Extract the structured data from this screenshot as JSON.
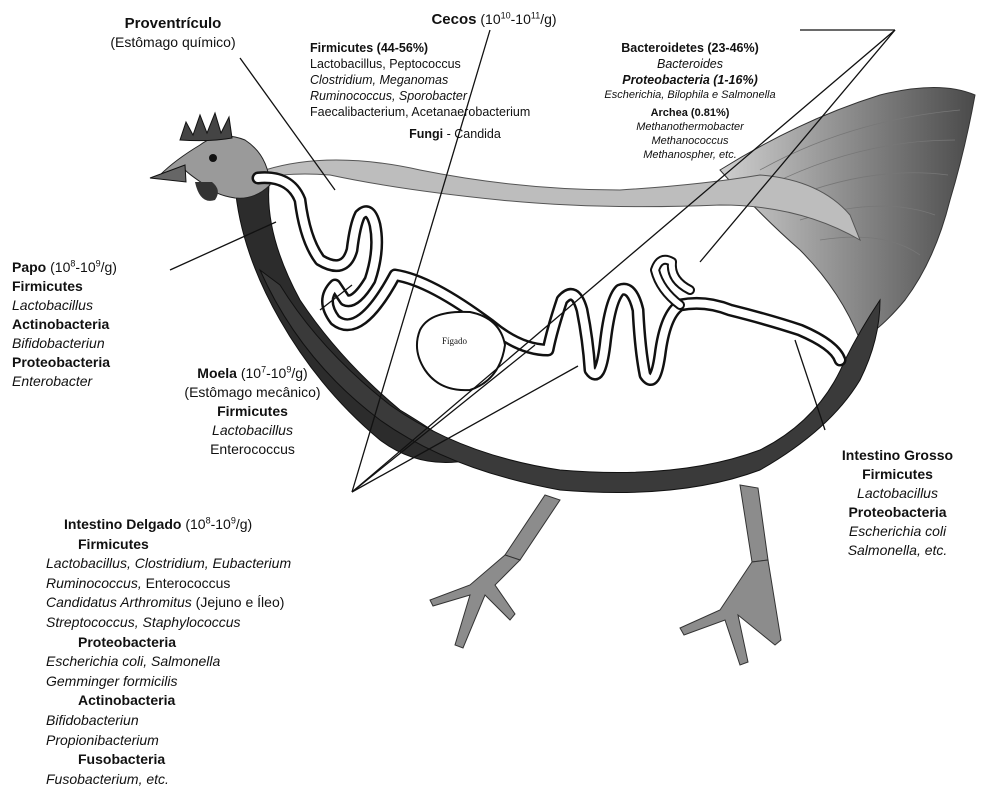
{
  "proventriculo": {
    "title": "Proventrículo",
    "subtitle": "(Estômago químico)"
  },
  "cecos": {
    "title": "Cecos",
    "count_a": "(10",
    "exp_a": "10",
    "count_b": "-10",
    "exp_b": "11",
    "count_c": "/g)",
    "phylum1": "Firmicutes (44-56%)",
    "lines1": [
      {
        "normal": "Lactobacillus, Peptococcus"
      },
      {
        "italic": "Clostridium, Meganomas"
      },
      {
        "italic": "Ruminococcus, Sporobacter"
      },
      {
        "normal": "Faecalibacterium, Acetanaerobacterium"
      }
    ],
    "fungi_b": "Fungi",
    "fungi_n": " - Candida",
    "phylum2": "Bacteroidetes (23-46%)",
    "genus2": "Bacteroides",
    "phylum3": "Proteobacteria (1-16%)",
    "genus3": "Escherichia, Bilophila e Salmonella",
    "phylum4": "Archea (0.81%)",
    "genus4": [
      "Methanothermobacter",
      "Methanococcus",
      "Methanospher, etc."
    ]
  },
  "papo": {
    "title": "Papo",
    "count_a": "(10",
    "exp_a": "8",
    "count_b": "-10",
    "exp_b": "9",
    "count_c": "/g)",
    "items": [
      {
        "bold": "Firmicutes"
      },
      {
        "italic": "Lactobacillus"
      },
      {
        "bold": "Actinobacteria"
      },
      {
        "italic": "Bifidobacteriun"
      },
      {
        "bold": "Proteobacteria"
      },
      {
        "italic": "Enterobacter"
      }
    ]
  },
  "moela": {
    "title": "Moela",
    "count_a": "(10",
    "exp_a": "7",
    "count_b": "-10",
    "exp_b": "9",
    "count_c": "/g)",
    "subtitle": "(Estômago mecânico)",
    "items": [
      {
        "bold": "Firmicutes"
      },
      {
        "italic": "Lactobacillus"
      },
      {
        "normal": "Enterococcus"
      }
    ]
  },
  "figado": {
    "label": "Fígado"
  },
  "intestino_grosso": {
    "title": "Intestino Grosso",
    "items": [
      {
        "bold": "Firmicutes"
      },
      {
        "italic": "Lactobacillus"
      },
      {
        "bold": "Proteobacteria"
      },
      {
        "italic": "Escherichia coli"
      },
      {
        "italic": "Salmonella, etc."
      }
    ]
  },
  "intestino_delgado": {
    "title": "Intestino Delgado",
    "count_a": "(10",
    "exp_a": "8",
    "count_b": "-10",
    "exp_b": "9",
    "count_c": "/g)",
    "f1": "Firmicutes",
    "f1_l1": "Lactobacillus, Clostridium, Eubacterium",
    "f1_l2a": "Ruminococcus,",
    "f1_l2b": " Enterococcus",
    "f1_l3a": "Candidatus Arthromitus",
    "f1_l3b": " (Jejuno e Íleo)",
    "f1_l4": "Streptococcus, Staphylococcus",
    "f2": "Proteobacteria",
    "f2_l1": "Escherichia coli, Salmonella",
    "f2_l2": "Gemminger formicilis",
    "f3": "Actinobacteria",
    "f3_l1": "Bifidobacteriun",
    "f3_l2": "Propionibacterium",
    "f4": "Fusobacteria",
    "f4_l1": "Fusobacterium, etc."
  }
}
